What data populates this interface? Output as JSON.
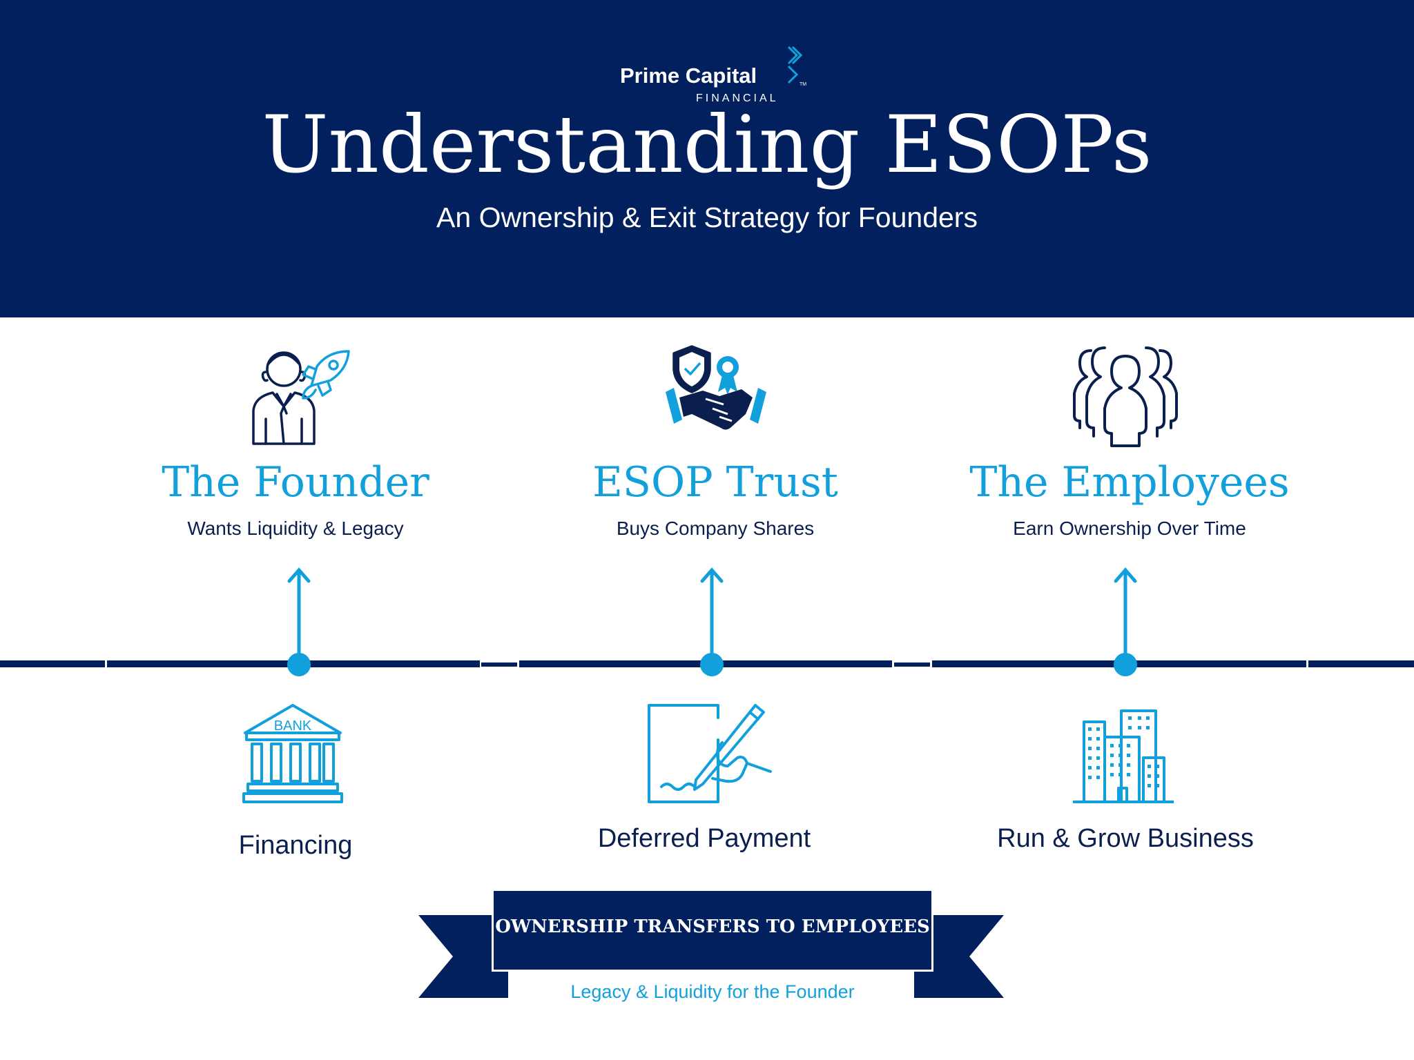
{
  "brand": {
    "name": "Prime Capital",
    "sub": "FINANCIAL",
    "tm": "TM"
  },
  "header": {
    "title": "Understanding ESOPs",
    "subtitle": "An Ownership & Exit Strategy for Founders"
  },
  "columns": [
    {
      "title": "The Founder",
      "subtitle": "Wants Liquidity & Legacy",
      "bottom_label": "Financing",
      "bank_sign": "BANK"
    },
    {
      "title": "ESOP Trust",
      "subtitle": "Buys Company Shares",
      "bottom_label": "Deferred Payment"
    },
    {
      "title": "The Employees",
      "subtitle": "Earn Ownership Over Time",
      "bottom_label": "Run & Grow Business"
    }
  ],
  "banner": {
    "text": "OWNERSHIP TRANSFERS TO EMPLOYEES",
    "subtitle": "Legacy & Liquidity for the Founder"
  },
  "colors": {
    "navy": "#02205e",
    "accent": "#12a0dd",
    "dark_text": "#0b1f4f",
    "white": "#ffffff"
  },
  "icons": [
    "founder-icon",
    "rocket-icon",
    "shield-icon",
    "award-icon",
    "handshake-icon",
    "people-group-icon",
    "bank-icon",
    "signing-document-icon",
    "office-buildings-icon"
  ]
}
